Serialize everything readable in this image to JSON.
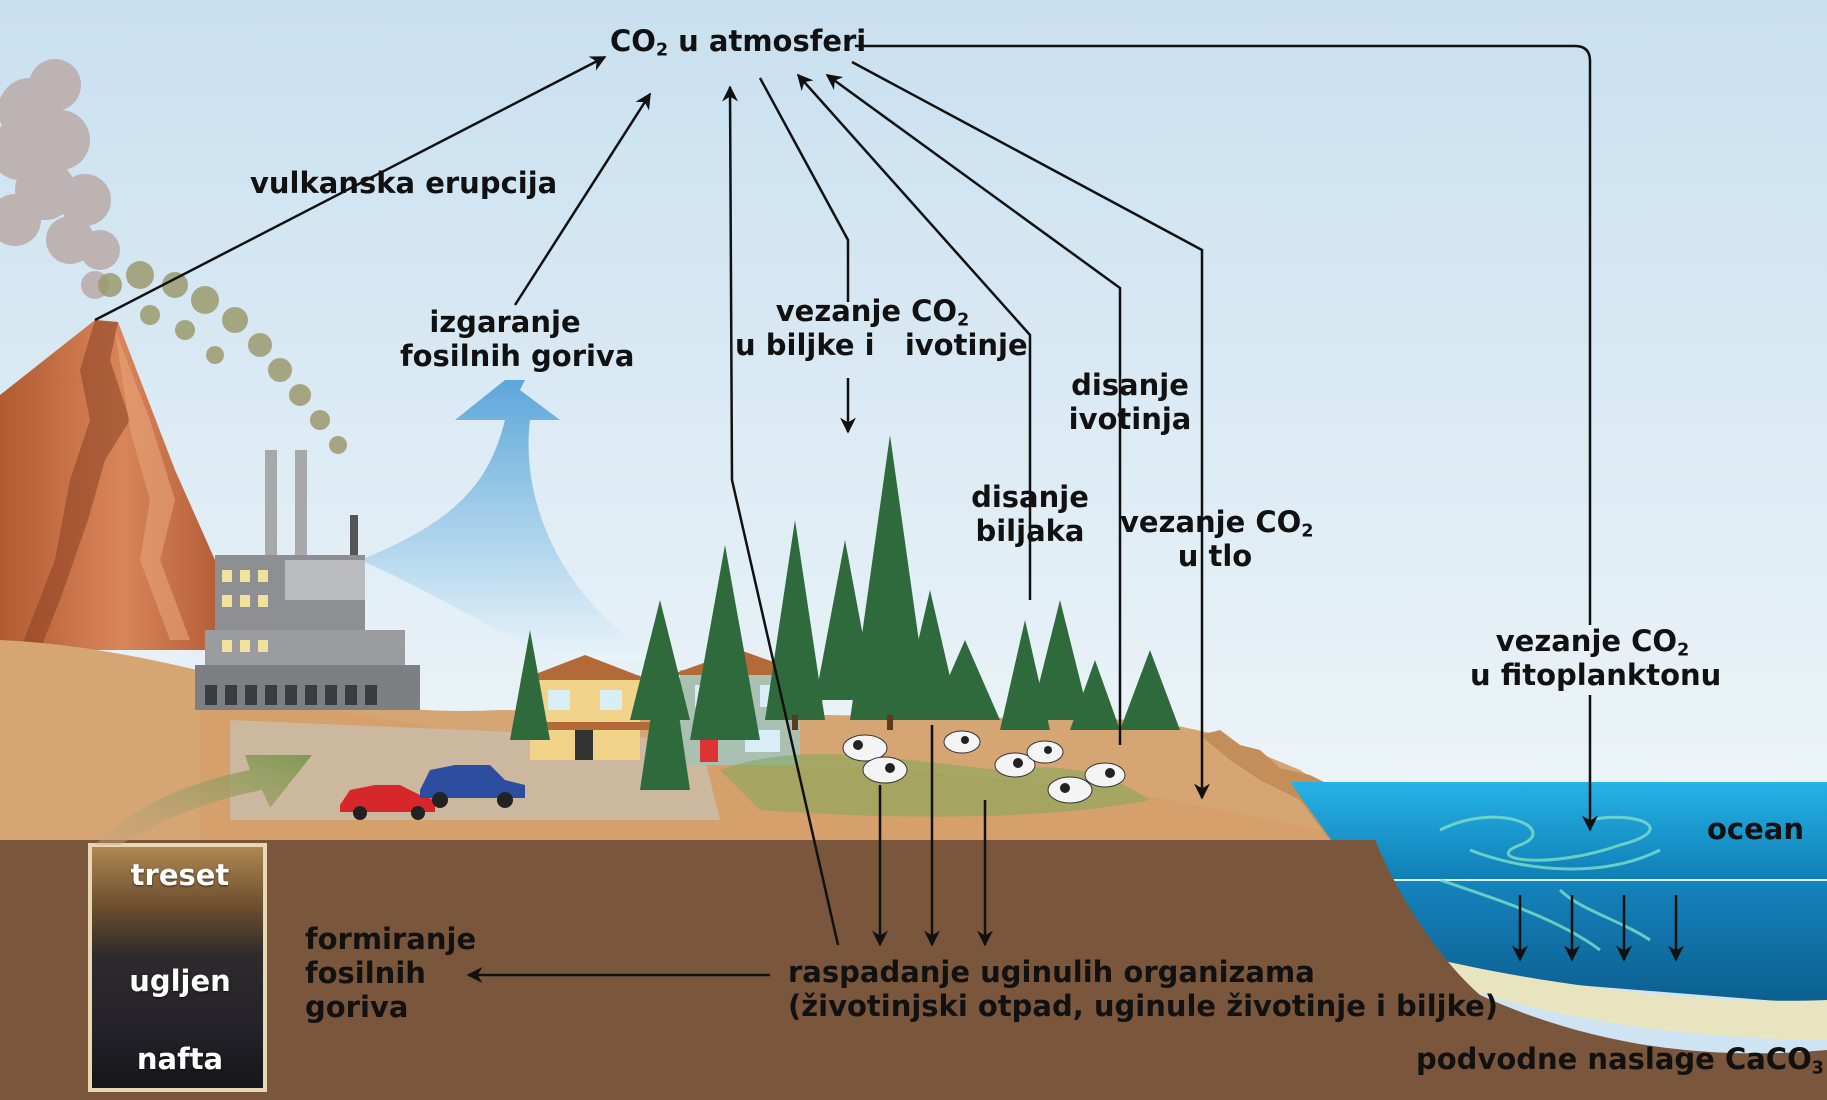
{
  "labels": {
    "co2_atmosfera": {
      "main": "CO",
      "sub": "2",
      "rest": " u atmosferi"
    },
    "vulkanska": "vulkanska erupcija",
    "izgaranje": {
      "line1": "izgaranje",
      "line2": "fosilnih goriva"
    },
    "vezanje_biljke": {
      "line1_main": "vezanje CO",
      "line1_sub": "2",
      "line2": "u biljke i   ivotinje"
    },
    "disanje_ivotinja": {
      "line1": "disanje",
      "line2": "ivotinja"
    },
    "disanje_biljaka": {
      "line1": "disanje",
      "line2": "biljaka"
    },
    "vezanje_tlo": {
      "line1_main": "vezanje CO",
      "line1_sub": "2",
      "line2": "u tlo"
    },
    "vezanje_fito": {
      "line1_main": "vezanje CO",
      "line1_sub": "2",
      "line2": "u fitoplanktonu"
    },
    "ocean": "ocean",
    "podvodne": {
      "main": "podvodne naslage CaCO",
      "sub": "3"
    },
    "formiranje": {
      "line1": "formiranje",
      "line2": "fosilnih",
      "line3": "goriva"
    },
    "raspadanje": {
      "line1": "raspadanje uginulih organizama",
      "line2": "(životinjski otpad, uginule životinje i biljke)"
    },
    "treset": "treset",
    "ugljen": "ugljen",
    "nafta": "nafta"
  },
  "colors": {
    "arrow": "#111111",
    "sky_top": "#cfe4f2",
    "ground": "#d6a574",
    "soil": "#7a573c",
    "ocean": "#1fa4d8"
  }
}
